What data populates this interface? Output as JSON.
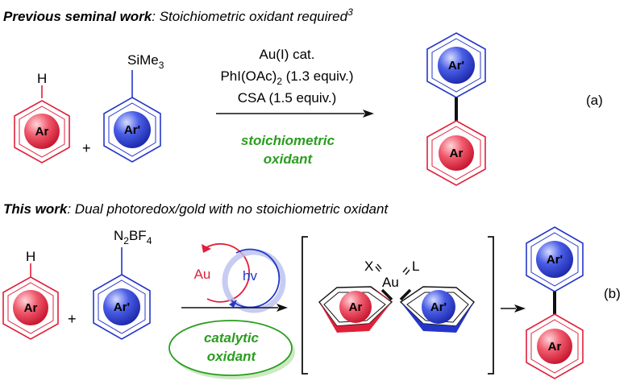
{
  "section_a": {
    "heading_bold": "Previous seminal work",
    "heading_rest": ": Stoichiometric oxidant required",
    "heading_sup": "3",
    "substituent_1": "H",
    "substituent_2_main": "SiMe",
    "substituent_2_sub": "3",
    "ring_1": "Ar",
    "ring_2": "Ar'",
    "plus": "+",
    "condition_1": "Au(I) cat.",
    "condition_2": "PhI(OAc)",
    "condition_2_sub": "2",
    "condition_2_rest": " (1.3 equiv.)",
    "condition_3": "CSA (1.5 equiv.)",
    "oxidant_line_1": "stoichiometric",
    "oxidant_line_2": "oxidant",
    "product_top": "Ar'",
    "product_bottom": "Ar",
    "label": "(a)"
  },
  "section_b": {
    "heading_bold": "This work",
    "heading_rest": ": Dual photoredox/gold with no stoichiometric oxidant",
    "substituent_1": "H",
    "substituent_2_a": "N",
    "substituent_2_a_sub": "2",
    "substituent_2_b": "BF",
    "substituent_2_b_sub": "4",
    "ring_1": "Ar",
    "ring_2": "Ar'",
    "plus": "+",
    "cycle_left": "Au",
    "cycle_right": "hv",
    "oxidant_line_1": "catalytic",
    "oxidant_line_2": "oxidant",
    "complex_x": "X",
    "complex_metal": "Au",
    "complex_l": "L",
    "complex_ring_left": "Ar",
    "complex_ring_right": "Ar'",
    "product_top": "Ar'",
    "product_bottom": "Ar",
    "label": "(b)"
  },
  "colors": {
    "red": "#e0203a",
    "blue": "#2436c8",
    "green": "#2a9d1e"
  }
}
